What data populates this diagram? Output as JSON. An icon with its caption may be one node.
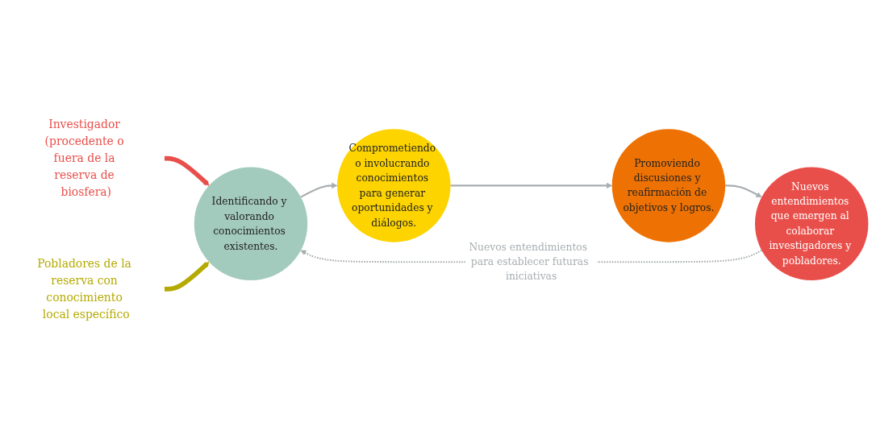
{
  "diagram": {
    "nodes": [
      {
        "text": [
          "Investigador (procedente o fuera de la reserva de biosfera)"
        ]
      },
      {
        "text": [
          "Pobladores de la reserva con conocimiento local específico"
        ]
      },
      {
        "text": [
          "Identificando y valorando conocimientos existentes."
        ]
      },
      {
        "text": [
          "Comprometiendo o involucrando conocimientos para generar oportunidades y diálogos."
        ]
      },
      {
        "text": [
          "Promoviendo discusiones y reafirmación de objetivos y logros."
        ]
      },
      {
        "text": [
          "Nuevos entendimientos que emergen al colaborar investigadores y pobladores."
        ]
      }
    ],
    "edges": [
      {
        "from": 0,
        "to": 2,
        "arrow": "to",
        "style": "thick",
        "color": "#e94f4a"
      },
      {
        "from": 1,
        "to": 2,
        "arrow": "to",
        "style": "thick",
        "color": "#b5aa00"
      },
      {
        "from": 2,
        "to": 3,
        "arrow": "to"
      },
      {
        "from": 3,
        "to": 4,
        "arrow": "to"
      },
      {
        "from": 4,
        "to": 5,
        "arrow": "to"
      },
      {
        "from": 5,
        "to": 2,
        "arrow": "to",
        "style": "dashed",
        "label": "Nuevos entendimientos  para establecer futuras iniciativas"
      }
    ]
  }
}
